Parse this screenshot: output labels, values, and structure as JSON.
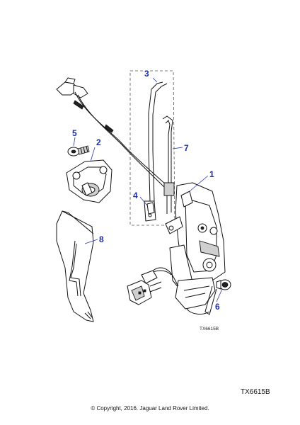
{
  "diagram": {
    "callouts": [
      {
        "id": "1",
        "label": "1"
      },
      {
        "id": "2",
        "label": "2"
      },
      {
        "id": "3",
        "label": "3"
      },
      {
        "id": "4",
        "label": "4"
      },
      {
        "id": "5",
        "label": "5"
      },
      {
        "id": "6",
        "label": "6"
      },
      {
        "id": "7",
        "label": "7"
      },
      {
        "id": "8",
        "label": "8"
      }
    ],
    "drawing_code_small": "TX6615B",
    "drawing_code": "TX6615B",
    "callout_color": "#1f2fa8"
  },
  "footer": {
    "copyright": "© Copyright, 2016. Jaguar Land Rover Limited."
  }
}
